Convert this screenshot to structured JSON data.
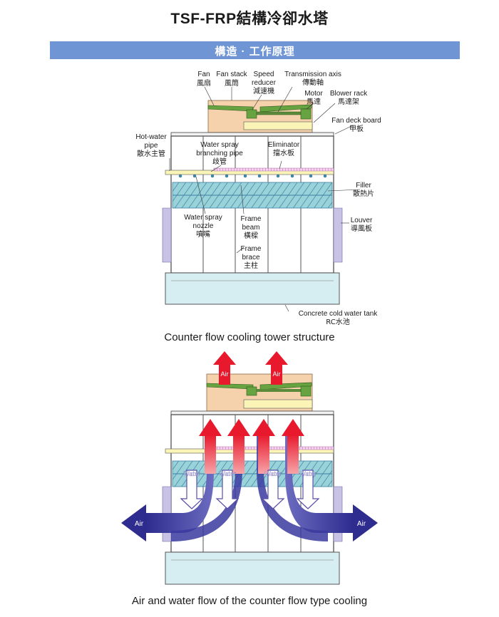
{
  "header": {
    "title": "TSF-FRP結構冷卻水塔",
    "banner": "構造 · 工作原理"
  },
  "structure_labels": {
    "fan_en": "Fan",
    "fan_zh": "風扇",
    "fan_stack_en": "Fan stack",
    "fan_stack_zh": "風筒",
    "speed_reducer_en1": "Speed",
    "speed_reducer_en2": "reducer",
    "speed_reducer_zh": "減速機",
    "transmission_en": "Transmission axis",
    "transmission_zh": "傳動軸",
    "motor_en": "Motor",
    "motor_zh": "馬達",
    "blower_rack_en": "Blower rack",
    "blower_rack_zh": "馬達架",
    "fan_deck_en": "Fan deck board",
    "fan_deck_zh": "甲板",
    "hot_water_en1": "Hot-water",
    "hot_water_en2": "pipe",
    "hot_water_zh": "散水主管",
    "branch_en1": "Water spray",
    "branch_en2": "branching pipe",
    "branch_zh": "歧管",
    "eliminator_en": "Eliminator",
    "eliminator_zh": "擋水板",
    "filler_en": "Filler",
    "filler_zh": "散熱片",
    "nozzle_en1": "Water spray",
    "nozzle_en2": "nozzle",
    "nozzle_zh": "噴嘴",
    "frame_beam_en1": "Frame",
    "frame_beam_en2": "beam",
    "frame_beam_zh": "橫樑",
    "frame_brace_en1": "Frame",
    "frame_brace_en2": "brace",
    "frame_brace_zh": "主柱",
    "louver_en": "Louver",
    "louver_zh": "導風板",
    "tank_en": "Concrete cold water tank",
    "tank_zh": "RC水池"
  },
  "captions": {
    "structure": "Counter flow cooling tower structure",
    "flow": "Air and water flow of the counter flow type cooling"
  },
  "flow_labels": {
    "air": "Air",
    "water": "Water"
  },
  "colors": {
    "banner": "#6f95d4",
    "fan_stack": "#f6d2ac",
    "fan_blade": "#67a340",
    "deck": "#fbf4b7",
    "filler": "#99d3d9",
    "louver": "#c8c3e4",
    "tank": "#d6eef1",
    "air_hot": "#e8192c",
    "air_cold": "#2e2d8f",
    "water": "#ffffff"
  }
}
